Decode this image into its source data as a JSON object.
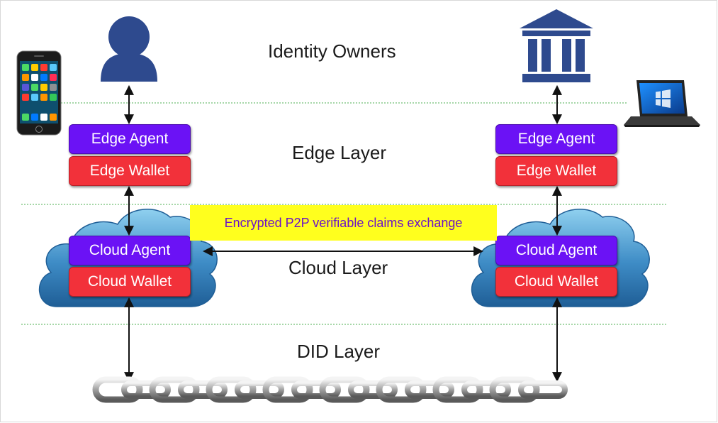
{
  "layers": {
    "identity_owners": "Identity Owners",
    "edge_layer": "Edge Layer",
    "cloud_layer": "Cloud Layer",
    "did_layer": "DID Layer"
  },
  "left": {
    "edge_agent": "Edge Agent",
    "edge_wallet": "Edge Wallet",
    "cloud_agent": "Cloud Agent",
    "cloud_wallet": "Cloud Wallet"
  },
  "right": {
    "edge_agent": "Edge Agent",
    "edge_wallet": "Edge Wallet",
    "cloud_agent": "Cloud Agent",
    "cloud_wallet": "Cloud Wallet"
  },
  "exchange_label": "Encrypted P2P verifiable claims exchange",
  "colors": {
    "agent": "#6b12f5",
    "wallet": "#f2313a",
    "exchange_bg": "#ffff1e",
    "exchange_text": "#6b12c8",
    "person": "#2e4a8e",
    "bank": "#2e4a8e",
    "divider": "#4caf50",
    "cloud": "#4a8fc4"
  },
  "icons": [
    "person-icon",
    "bank-icon",
    "smartphone-icon",
    "laptop-icon",
    "cloud-icon",
    "chain-icon"
  ]
}
